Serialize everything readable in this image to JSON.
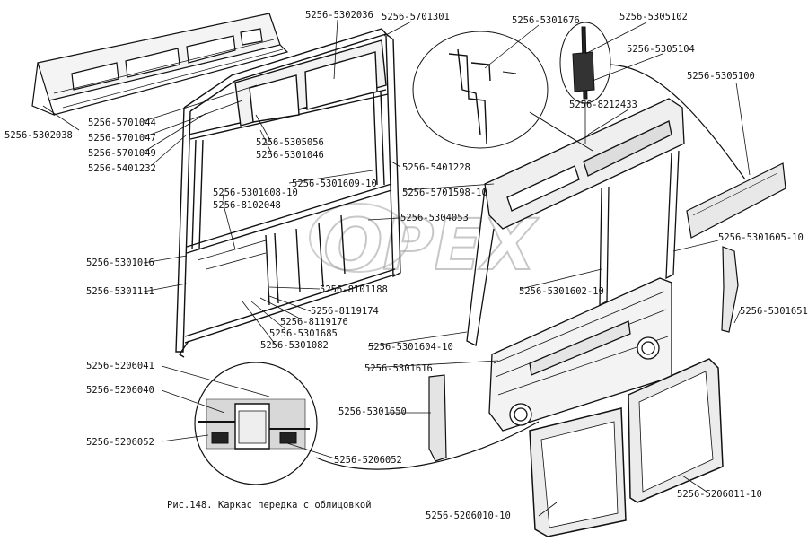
{
  "figure": {
    "caption": "Рис.148. Каркас передка с облицовкой",
    "watermark": "OPEX"
  },
  "labels": [
    {
      "id": "l01",
      "text": "5256-5302036"
    },
    {
      "id": "l02",
      "text": "5256-5701301"
    },
    {
      "id": "l03",
      "text": "5256-5301676"
    },
    {
      "id": "l04",
      "text": "5256-5305102"
    },
    {
      "id": "l05",
      "text": "5256-5305104"
    },
    {
      "id": "l06",
      "text": "5256-5305100"
    },
    {
      "id": "l07",
      "text": "5256-8212433"
    },
    {
      "id": "l08",
      "text": "5256-5302038"
    },
    {
      "id": "l09",
      "text": "5256-5701044"
    },
    {
      "id": "l10",
      "text": "5256-5701047"
    },
    {
      "id": "l11",
      "text": "5256-5701049"
    },
    {
      "id": "l12",
      "text": "5256-5401232"
    },
    {
      "id": "l13",
      "text": "5256-5305056"
    },
    {
      "id": "l14",
      "text": "5256-5301046"
    },
    {
      "id": "l15",
      "text": "5256-5401228"
    },
    {
      "id": "l16",
      "text": "5256-5301609-10"
    },
    {
      "id": "l17",
      "text": "5256-5701598-10"
    },
    {
      "id": "l18",
      "text": "5256-5301608-10"
    },
    {
      "id": "l19",
      "text": "5256-8102048"
    },
    {
      "id": "l20",
      "text": "5256-5304053"
    },
    {
      "id": "l21",
      "text": "5256-5301605-10"
    },
    {
      "id": "l22",
      "text": "5256-5301016"
    },
    {
      "id": "l23",
      "text": "5256-5301111"
    },
    {
      "id": "l24",
      "text": "5256-8101188"
    },
    {
      "id": "l25",
      "text": "5256-5301602-10"
    },
    {
      "id": "l26",
      "text": "5256-5301651"
    },
    {
      "id": "l27",
      "text": "5256-8119174"
    },
    {
      "id": "l28",
      "text": "5256-8119176"
    },
    {
      "id": "l29",
      "text": "5256-5301685"
    },
    {
      "id": "l30",
      "text": "5256-5301082"
    },
    {
      "id": "l31",
      "text": "5256-5301604-10"
    },
    {
      "id": "l32",
      "text": "5256-5301616"
    },
    {
      "id": "l33",
      "text": "5256-5206041"
    },
    {
      "id": "l34",
      "text": "5256-5206040"
    },
    {
      "id": "l35",
      "text": "5256-5301650"
    },
    {
      "id": "l36",
      "text": "5256-5206052"
    },
    {
      "id": "l37",
      "text": "5256-5206052"
    },
    {
      "id": "l38",
      "text": "5256-5206011-10"
    },
    {
      "id": "l39",
      "text": "5256-5206010-10"
    }
  ]
}
